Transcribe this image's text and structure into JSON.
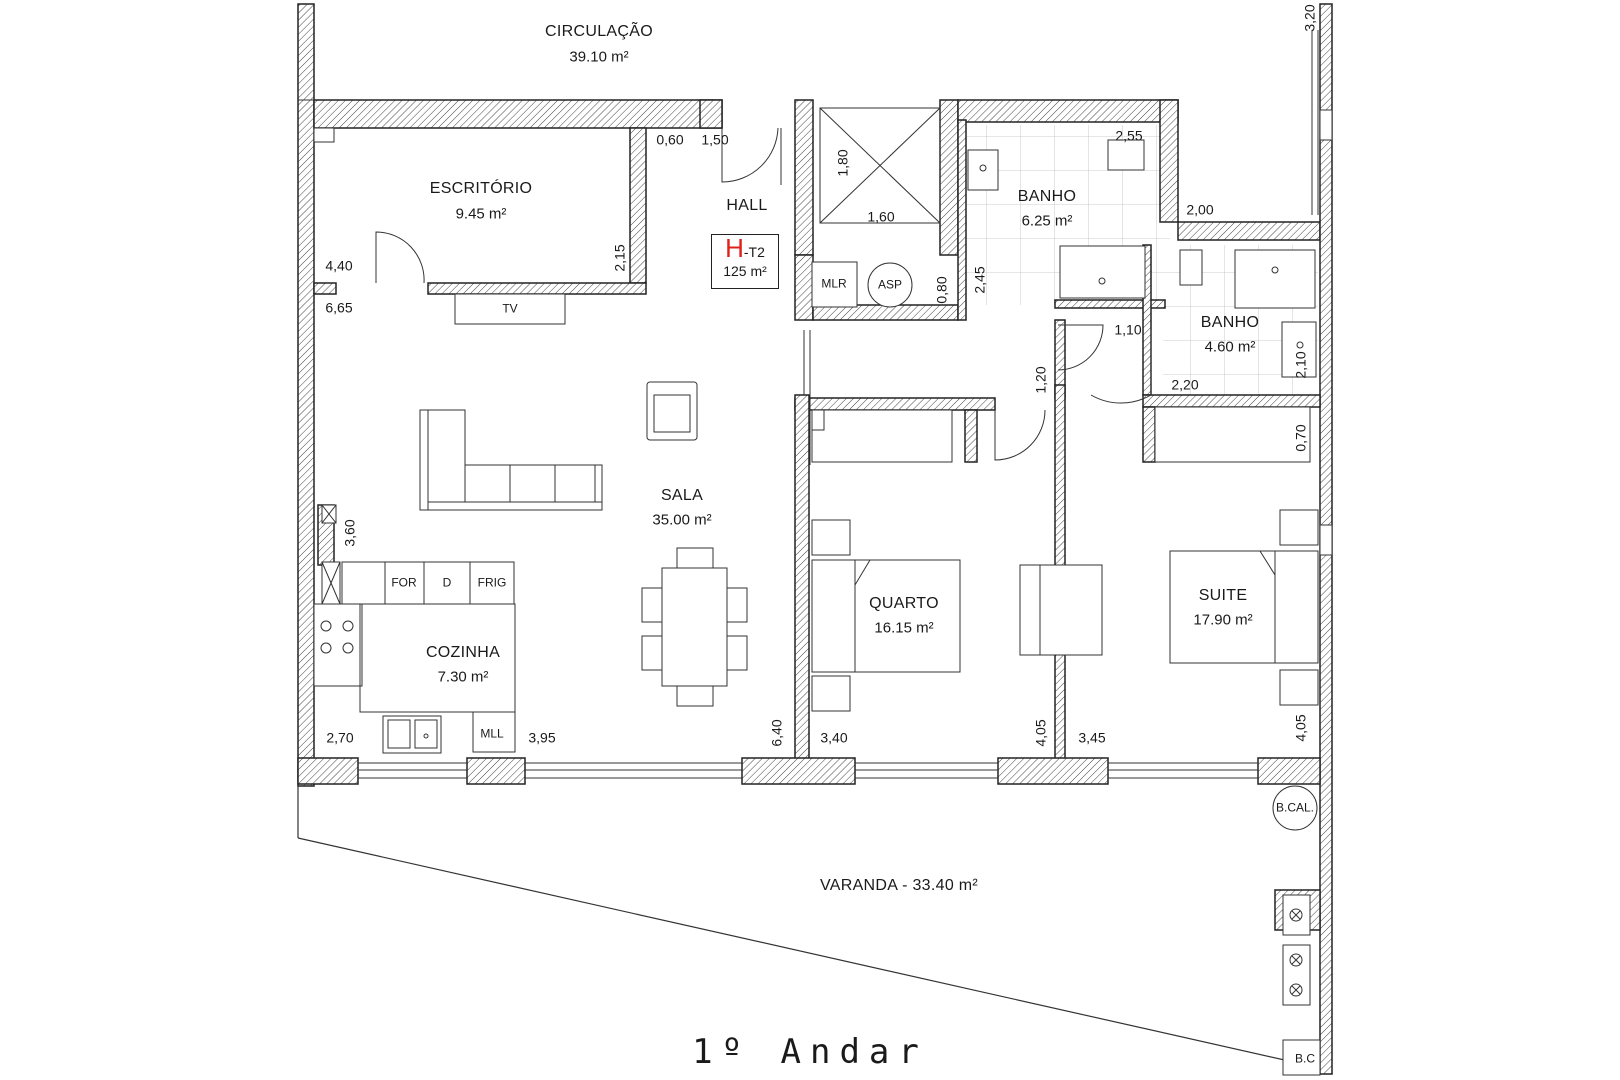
{
  "floor_title": "1º Andar",
  "unit": {
    "code_letter": "H",
    "code_suffix": "-T2",
    "area": "125 m²",
    "code_color": "#e0201b"
  },
  "rooms": {
    "circulacao": {
      "name": "CIRCULAÇÃO",
      "area": "39.10 m²"
    },
    "escritorio": {
      "name": "ESCRITÓRIO",
      "area": "9.45 m²"
    },
    "hall": {
      "name": "HALL"
    },
    "banho1": {
      "name": "BANHO",
      "area": "6.25 m²"
    },
    "banho2": {
      "name": "BANHO",
      "area": "4.60 m²"
    },
    "sala": {
      "name": "SALA",
      "area": "35.00 m²"
    },
    "quarto": {
      "name": "QUARTO",
      "area": "16.15 m²"
    },
    "suite": {
      "name": "SUITE",
      "area": "17.90 m²"
    },
    "cozinha": {
      "name": "COZINHA",
      "area": "7.30 m²"
    },
    "varanda": {
      "name": "VARANDA - 33.40 m²"
    }
  },
  "fixtures": {
    "tv": "TV",
    "mlr": "MLR",
    "asp": "ASP",
    "for": "FOR",
    "d": "D",
    "frig": "FRIG",
    "mll": "MLL",
    "bcal": "B.CAL.",
    "bcal_partial": "B.C"
  },
  "dimensions": {
    "d_0_60": "0,60",
    "d_1_50": "1,50",
    "d_1_80": "1,80",
    "d_1_60": "1,60",
    "d_2_55": "2,55",
    "d_2_00": "2,00",
    "d_3_20": "3,20",
    "d_4_40": "4,40",
    "d_2_15": "2,15",
    "d_6_65": "6,65",
    "d_0_80": "0,80",
    "d_2_45": "2,45",
    "d_1_10": "1,10",
    "d_1_20": "1,20",
    "d_2_20": "2,20",
    "d_2_10": "2,10",
    "d_0_70": "0,70",
    "d_3_60": "3,60",
    "d_2_70": "2,70",
    "d_3_95": "3,95",
    "d_6_40": "6,40",
    "d_3_40": "3,40",
    "d_4_05a": "4,05",
    "d_3_45": "3,45",
    "d_4_05b": "4,05"
  }
}
